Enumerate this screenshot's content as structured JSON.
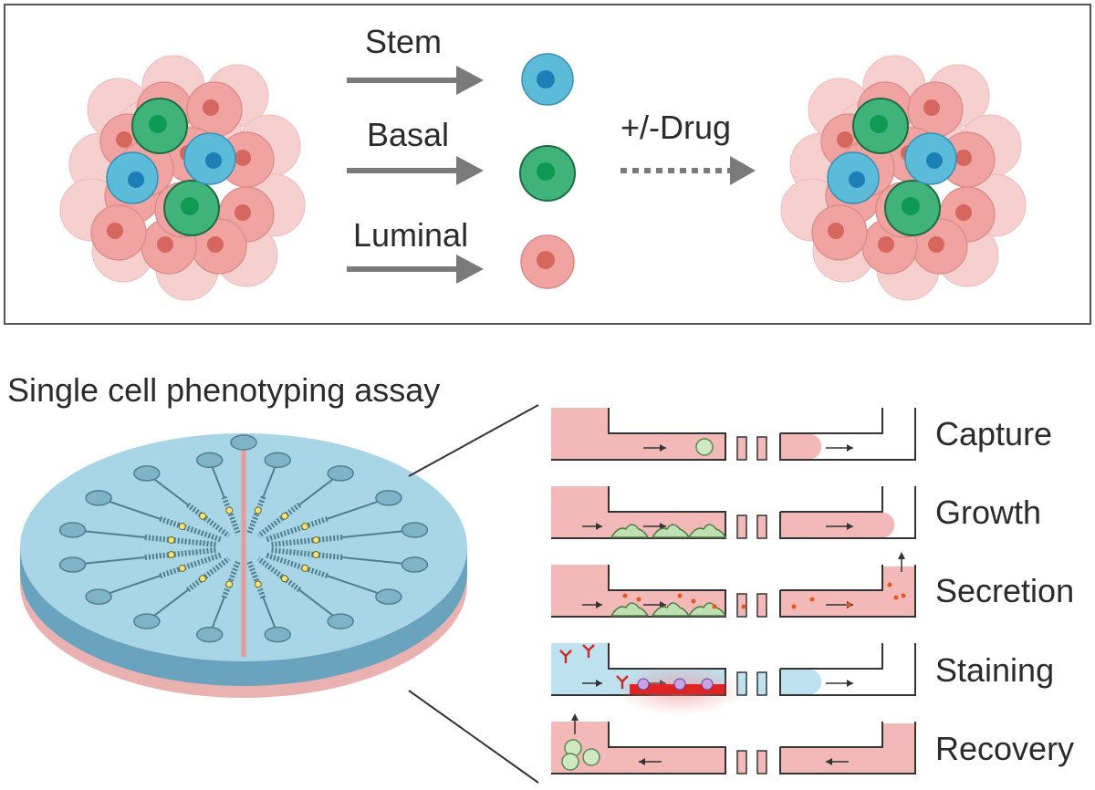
{
  "top_panel": {
    "arrows": [
      {
        "label": "Stem",
        "cell_color": "#5bbbd9",
        "nucleus_color": "#1c7fb5"
      },
      {
        "label": "Basal",
        "cell_color": "#3fb37a",
        "nucleus_color": "#0f9a54"
      },
      {
        "label": "Luminal",
        "cell_color": "#f0a3a1",
        "nucleus_color": "#d6675f"
      }
    ],
    "drug_label": "+/-Drug"
  },
  "assay": {
    "title": "Single cell phenotyping assay",
    "steps": [
      "Capture",
      "Growth",
      "Secretion",
      "Staining",
      "Recovery"
    ]
  },
  "colors": {
    "frame": "#555555",
    "arrow": "#7a7a7a",
    "pink_fill": "#f3b8b8",
    "pink_dark": "#e28f8f",
    "chip_top": "#a9d6e6",
    "chip_side": "#6aa3bd",
    "chip_base": "#eab1b1",
    "blue_fill": "#bfe2f0",
    "red_signal": "#e02424"
  }
}
